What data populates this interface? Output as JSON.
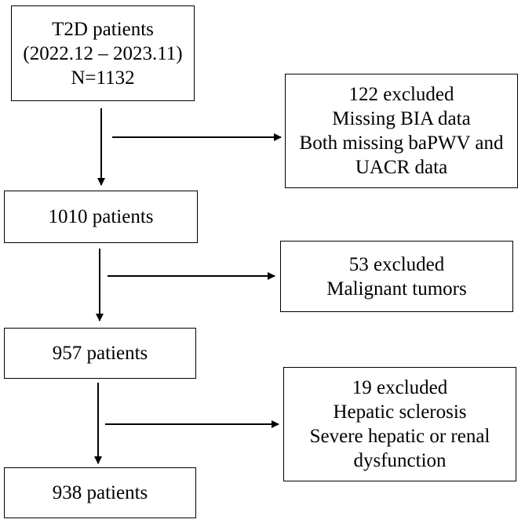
{
  "flowchart": {
    "main_boxes": [
      {
        "lines": [
          "T2D patients",
          "(2022.12 – 2023.11)",
          "N=1132"
        ]
      },
      {
        "lines": [
          "1010 patients"
        ]
      },
      {
        "lines": [
          "957 patients"
        ]
      },
      {
        "lines": [
          "938 patients"
        ]
      }
    ],
    "exclusion_boxes": [
      {
        "lines": [
          "122 excluded",
          "Missing BIA data",
          "Both missing baPWV and",
          "UACR data"
        ]
      },
      {
        "lines": [
          "53 excluded",
          "Malignant tumors"
        ]
      },
      {
        "lines": [
          "19 excluded",
          "Hepatic sclerosis",
          "Severe hepatic or renal",
          "dysfunction"
        ]
      }
    ]
  }
}
